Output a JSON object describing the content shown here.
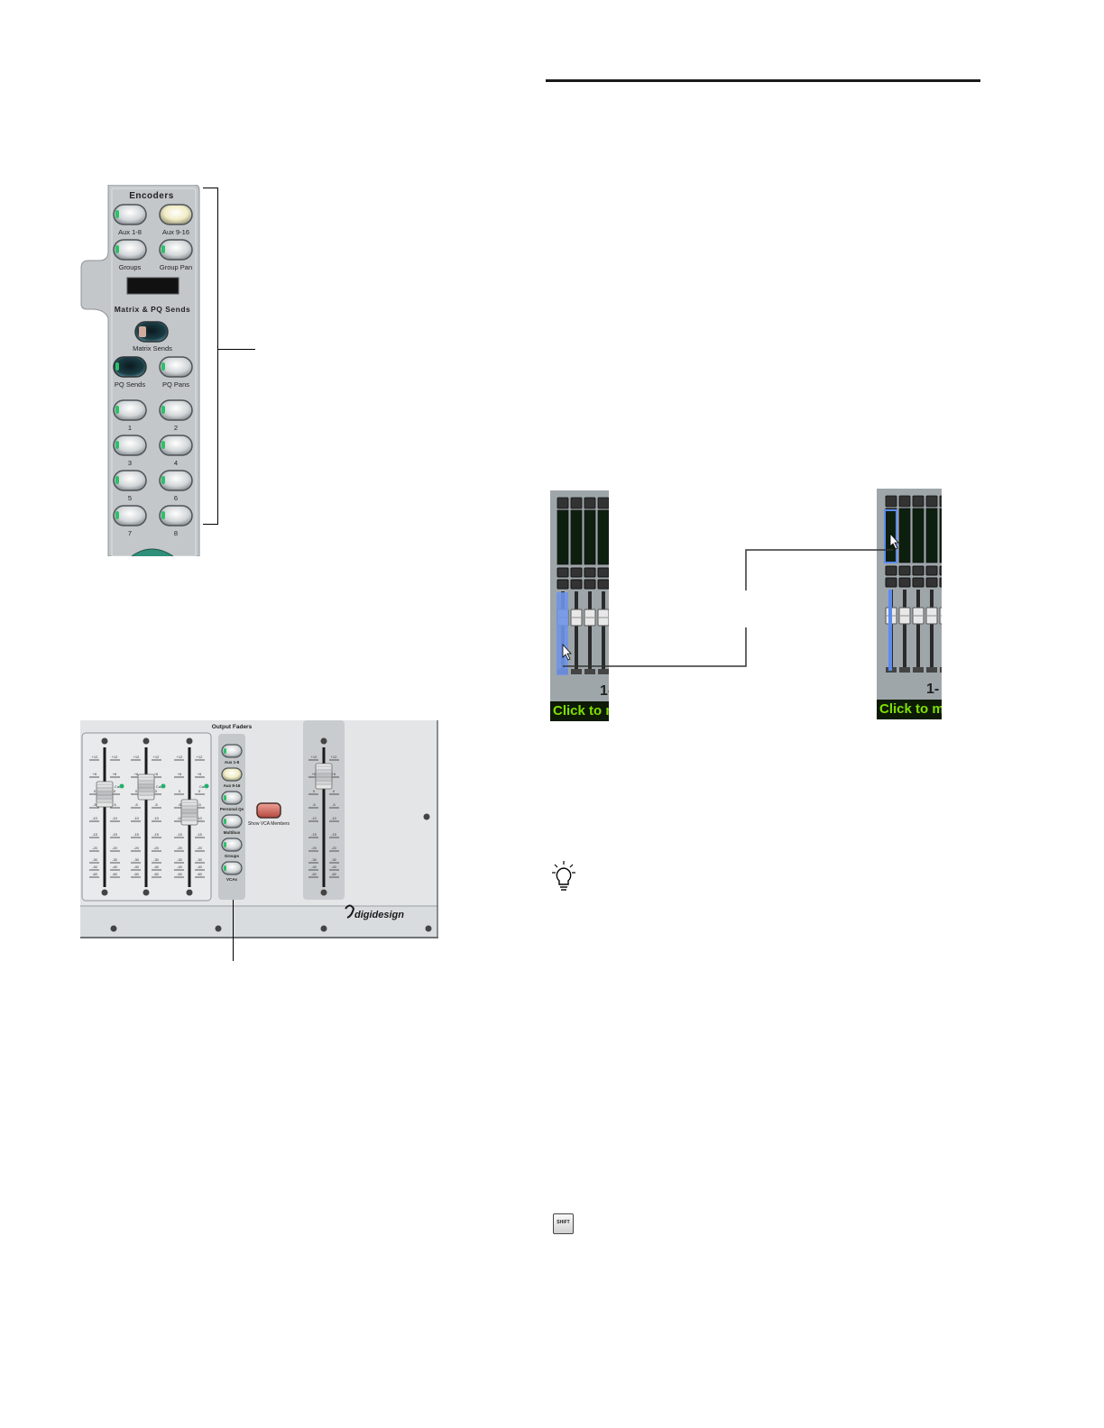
{
  "encoders_panel": {
    "title": "Encoders",
    "row1": [
      "Aux 1-8",
      "Aux 9-16"
    ],
    "row2": [
      "Groups",
      "Group Pan"
    ],
    "matrix_title": "Matrix & PQ Sends",
    "matrix_button": "Matrix Sends",
    "pq_row": [
      "PQ Sends",
      "PQ Pans"
    ],
    "numbers": [
      "1",
      "2",
      "3",
      "4",
      "5",
      "6",
      "7",
      "8"
    ]
  },
  "output_faders_panel": {
    "title": "Output Faders",
    "buttons": [
      "Aux 1-8",
      "Aux 9-16",
      "Personal Qs",
      "Multibus",
      "Groups",
      "VCAs"
    ],
    "show_vca": "Show VCA Members",
    "brand": "digidesign",
    "scale": [
      "+12",
      "+6",
      "0",
      "-5",
      "-10",
      "-15",
      "-20",
      "-30",
      "-40",
      "-60"
    ],
    "cal_label": "Cal"
  },
  "screen_captures": {
    "caption": "Click to m",
    "strip_number": "1-"
  },
  "shift_icon_label": "SHIFT"
}
